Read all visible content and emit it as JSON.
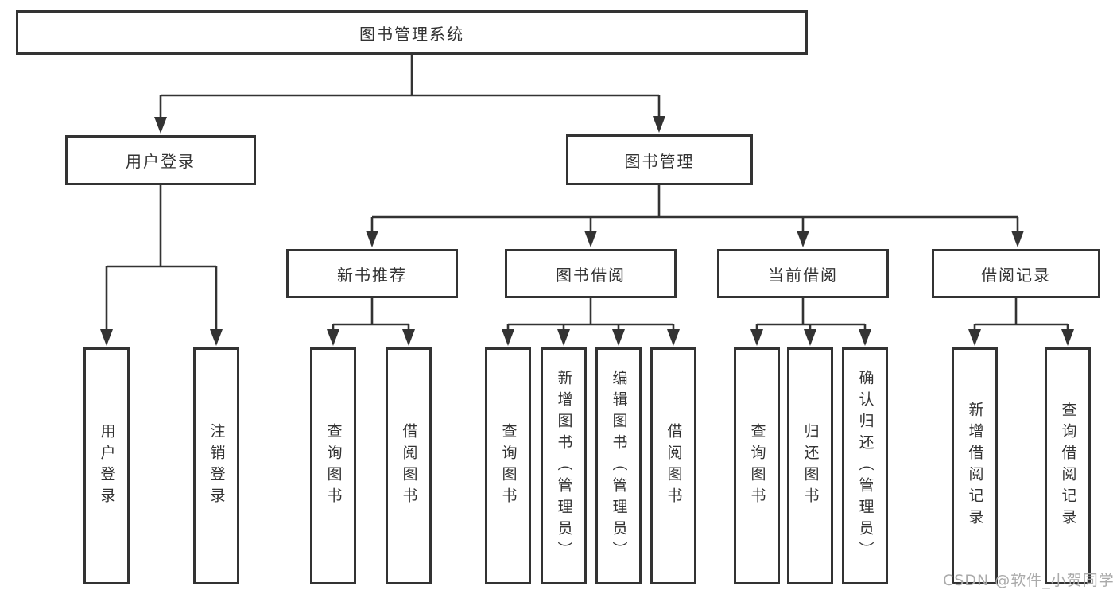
{
  "diagram": {
    "title": "图书管理系统",
    "root": {
      "label": "图书管理系统"
    },
    "branches": [
      {
        "label": "用户登录",
        "children": [
          {
            "label": "用户登录"
          },
          {
            "label": "注销登录"
          }
        ]
      },
      {
        "label": "图书管理",
        "children": [
          {
            "label": "新书推荐",
            "children": [
              {
                "label": "查询图书"
              },
              {
                "label": "借阅图书"
              }
            ]
          },
          {
            "label": "图书借阅",
            "children": [
              {
                "label": "查询图书"
              },
              {
                "label": "新增图书（管理员）"
              },
              {
                "label": "编辑图书（管理员）"
              },
              {
                "label": "借阅图书"
              }
            ]
          },
          {
            "label": "当前借阅",
            "children": [
              {
                "label": "查询图书"
              },
              {
                "label": "归还图书"
              },
              {
                "label": "确认归还（管理员）"
              }
            ]
          },
          {
            "label": "借阅记录",
            "children": [
              {
                "label": "新增借阅记录"
              },
              {
                "label": "查询借阅记录"
              }
            ]
          }
        ]
      }
    ]
  },
  "watermark": {
    "text": "CSDN @软件_小贺同学"
  },
  "colors": {
    "line": "#333333",
    "box-border": "#333333",
    "text": "#333333",
    "watermark": "#aaaaaa",
    "bg": "#ffffff"
  }
}
